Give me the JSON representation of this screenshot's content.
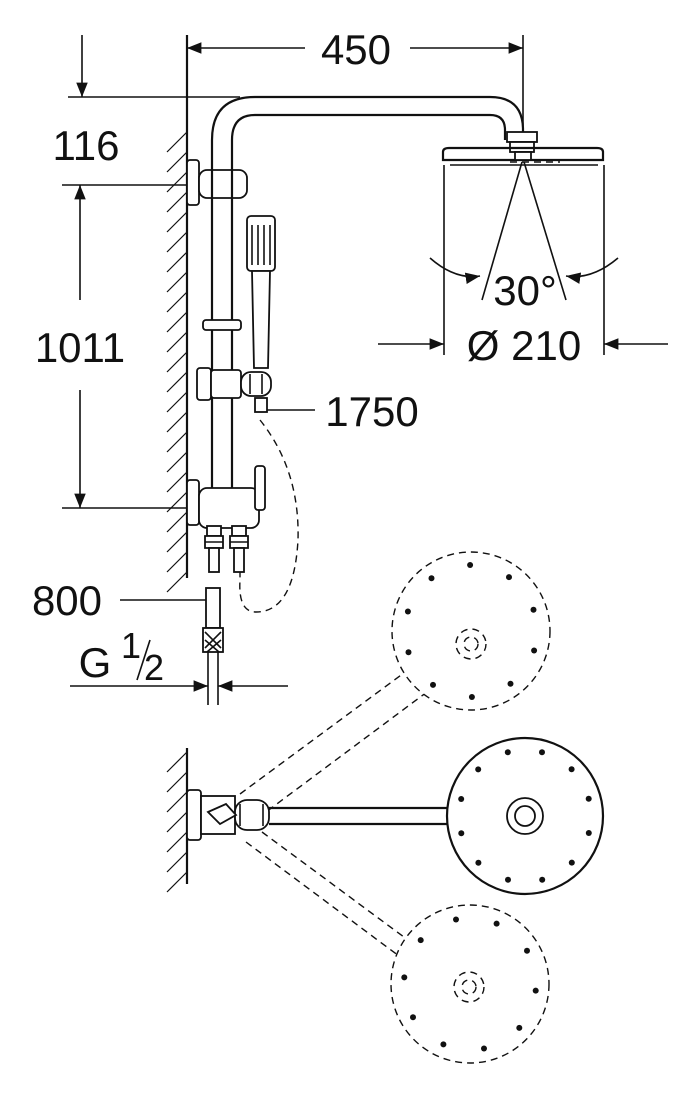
{
  "dimensions": {
    "arm_length": "450",
    "wall_to_arm": "116",
    "bracket_spacing": "1011",
    "spray_angle": "30°",
    "head_diameter": "Ø 210",
    "hose_length": "1750",
    "supply_length": "800",
    "thread_prefix": "G",
    "thread_num": "1",
    "thread_den": "2"
  }
}
